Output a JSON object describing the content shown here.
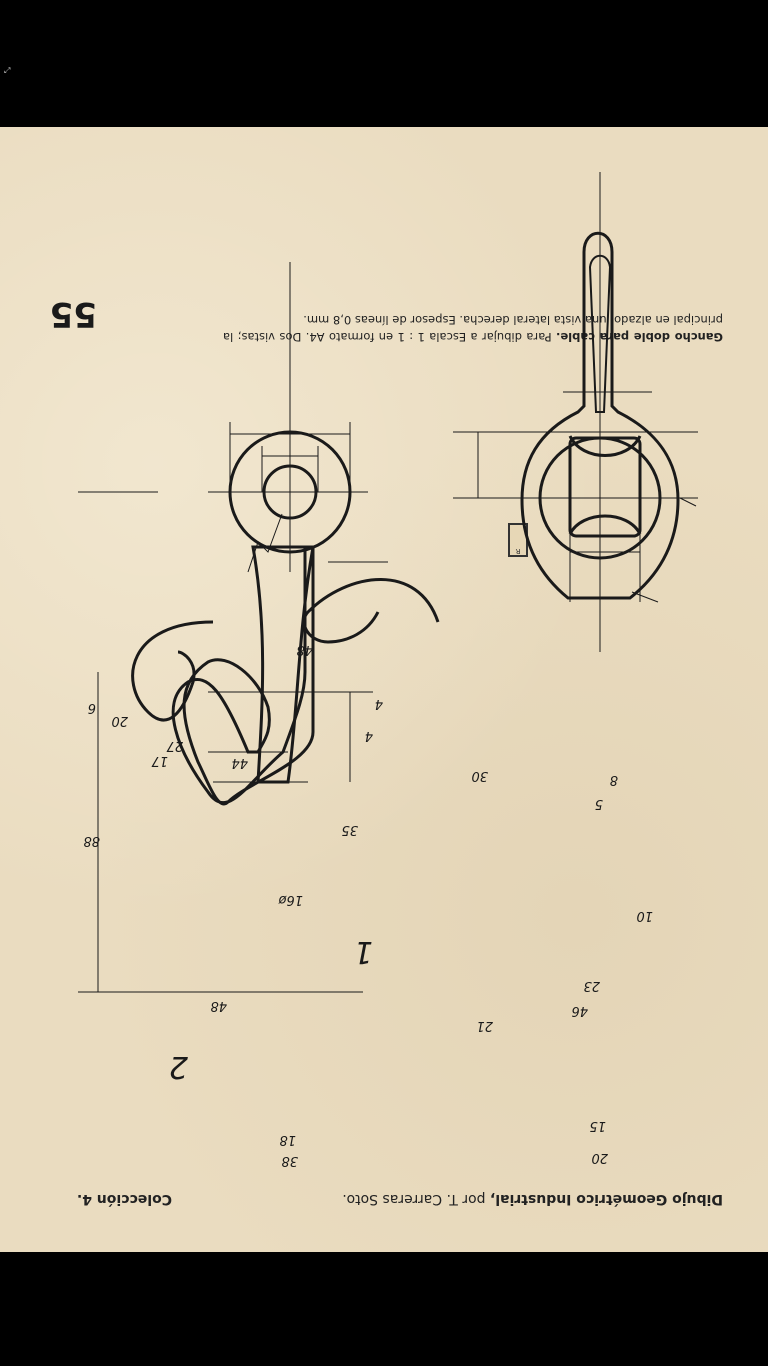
{
  "viewer": {
    "fullscreen_icon": "expand-icon",
    "fullscreen_glyph": "⤢"
  },
  "page": {
    "number": "55",
    "caption_title": "Gancho doble para cable.",
    "caption_text": "Para dibujar a Escala 1 : 1 en formato A4. Dos vistas; la principal en alzado; una vista lateral derecha. Espesor de líneas 0,8 mm.",
    "footer_book": "Dibujo Geométrico Industrial,",
    "footer_author": "por T. Carreras Soto.",
    "footer_collection": "Colección 4.",
    "logo_text": "R"
  },
  "drawing": {
    "part_labels": [
      "1",
      "2"
    ],
    "dimensions": {
      "d48_width": "48",
      "d48_radius": "48",
      "d27": "27",
      "d6": "6",
      "d44": "44",
      "d4_a": "4",
      "d4_b": "4",
      "d30": "30",
      "d17": "17",
      "d20_r": "20",
      "d88": "88",
      "d35": "35",
      "d16": "16ø",
      "d38": "38",
      "d18": "18",
      "d8": "8",
      "d5": "5",
      "d10": "10",
      "d46": "46",
      "d23": "23",
      "d21": "21",
      "d15": "15",
      "d20": "20"
    }
  }
}
